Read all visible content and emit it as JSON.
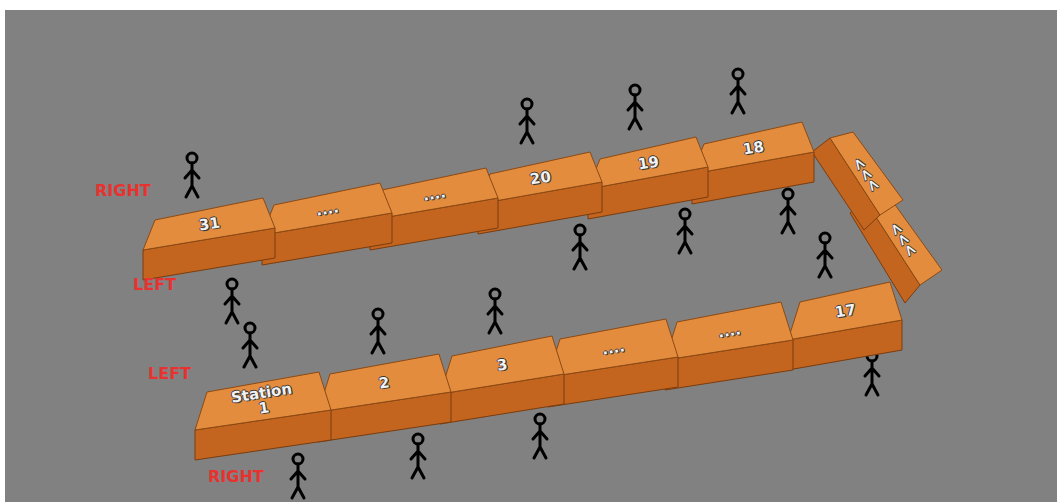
{
  "diagram": {
    "nodes": [
      {
        "text": [
          "31"
        ]
      },
      {
        "text": [
          "...."
        ]
      },
      {
        "text": [
          "...."
        ]
      },
      {
        "text": [
          "20"
        ]
      },
      {
        "text": [
          "19"
        ]
      },
      {
        "text": [
          "18"
        ]
      },
      {
        "text": [
          "<<<"
        ]
      },
      {
        "text": [
          "<<<"
        ]
      },
      {
        "text": [
          "Station",
          "1"
        ]
      },
      {
        "text": [
          "2"
        ]
      },
      {
        "text": [
          "3"
        ]
      },
      {
        "text": [
          "...."
        ]
      },
      {
        "text": [
          "...."
        ]
      },
      {
        "text": [
          "17"
        ]
      }
    ],
    "labels": [
      "RIGHT",
      "LEFT",
      "LEFT",
      "RIGHT"
    ]
  }
}
